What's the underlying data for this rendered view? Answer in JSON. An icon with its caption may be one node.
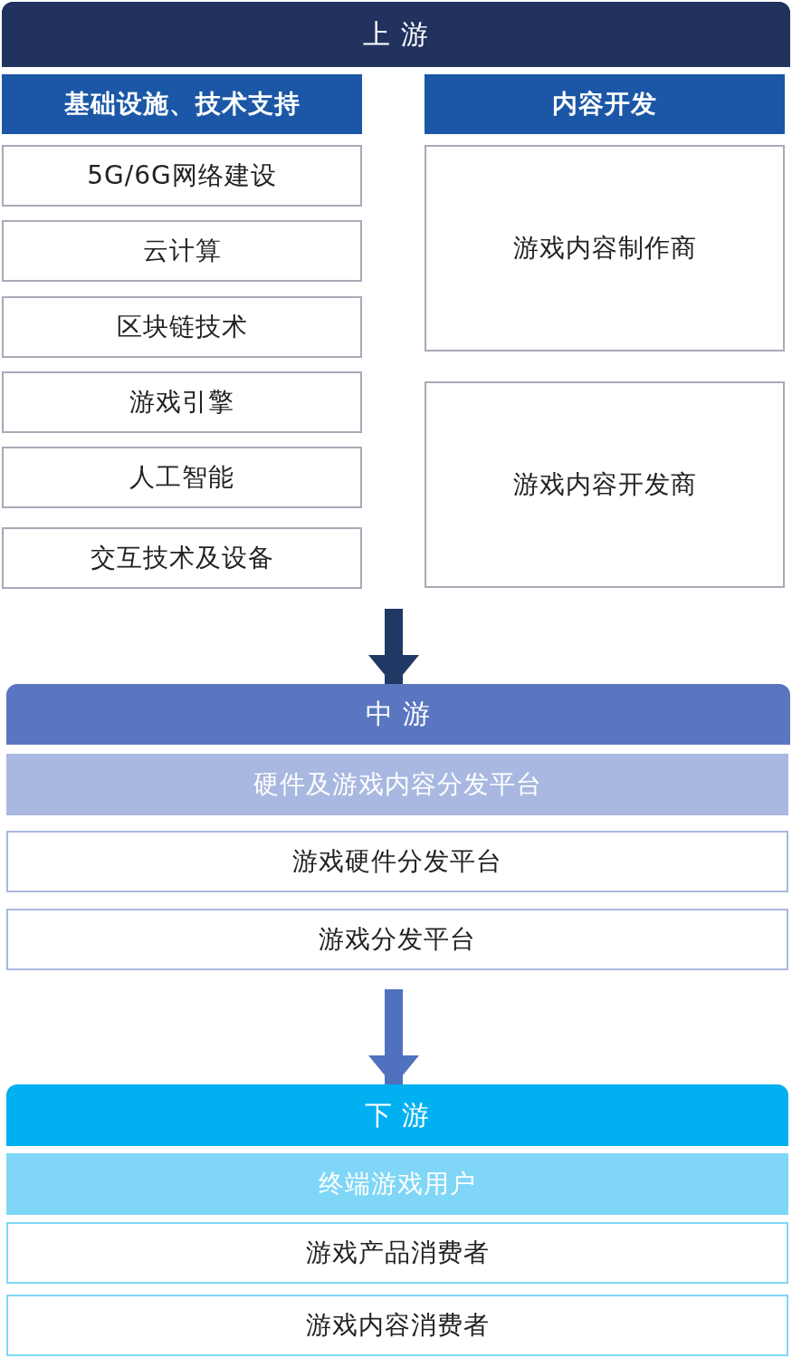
{
  "diagram": {
    "nodes": [
      {
        "text": [
          "上 游"
        ]
      },
      {
        "text": [
          "基础设施、技术支持"
        ]
      },
      {
        "text": [
          "5G/6G网络建设"
        ]
      },
      {
        "text": [
          "云计算"
        ]
      },
      {
        "text": [
          "区块链技术"
        ]
      },
      {
        "text": [
          "游戏引擎"
        ]
      },
      {
        "text": [
          "人工智能"
        ]
      },
      {
        "text": [
          "交互技术及设备"
        ]
      },
      {
        "text": [
          "内容开发"
        ]
      },
      {
        "text": [
          "游戏内容制作商"
        ]
      },
      {
        "text": [
          "游戏内容开发商"
        ]
      },
      {
        "text": [
          "中 游"
        ]
      },
      {
        "text": [
          "硬件及游戏内容分发平台"
        ]
      },
      {
        "text": [
          "游戏硬件分发平台"
        ]
      },
      {
        "text": [
          "游戏分发平台"
        ]
      },
      {
        "text": [
          "下 游"
        ]
      },
      {
        "text": [
          "终端游戏用户"
        ]
      },
      {
        "text": [
          "游戏产品消费者"
        ]
      },
      {
        "text": [
          "游戏内容消费者"
        ]
      }
    ],
    "edges": [
      {
        "from": null,
        "to": 11,
        "arrow": "to",
        "color": "#203864"
      },
      {
        "from": null,
        "to": 15,
        "arrow": "to",
        "color": "#4f71be"
      }
    ]
  }
}
